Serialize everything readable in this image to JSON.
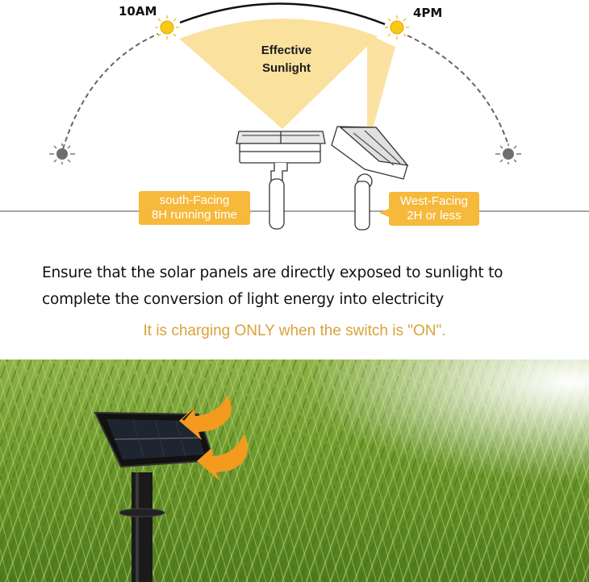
{
  "diagram": {
    "sun_left_label": "10AM",
    "sun_right_label": "4PM",
    "effective_label_line1": "Effective",
    "effective_label_line2": "Sunlight",
    "callouts": {
      "south": {
        "line1": "south-Facing",
        "line2": "8H running time"
      },
      "west": {
        "line1": "West-Facing",
        "line2": "2H or less"
      }
    },
    "icons": [
      "sun-icon-10am",
      "sun-icon-4pm",
      "dim-sun-icon-left",
      "dim-sun-icon-right",
      "solar-panel-flat",
      "solar-panel-tilted"
    ],
    "colors": {
      "sun": "#f9c913",
      "beam": "#fbdf99",
      "callout": "#f6b93b",
      "dim_sun": "#6e6e6e",
      "note_text": "#d9a23a"
    }
  },
  "caption": {
    "main_line1": "Ensure that the solar panels are directly exposed to sunlight to",
    "main_line2": "complete the conversion of light energy into electricity",
    "note": "It is charging ONLY when the switch is \"ON\"."
  },
  "photo": {
    "subject": "solar panel on stake in grass",
    "arrows": "orange curved arrows pointing at panel"
  }
}
